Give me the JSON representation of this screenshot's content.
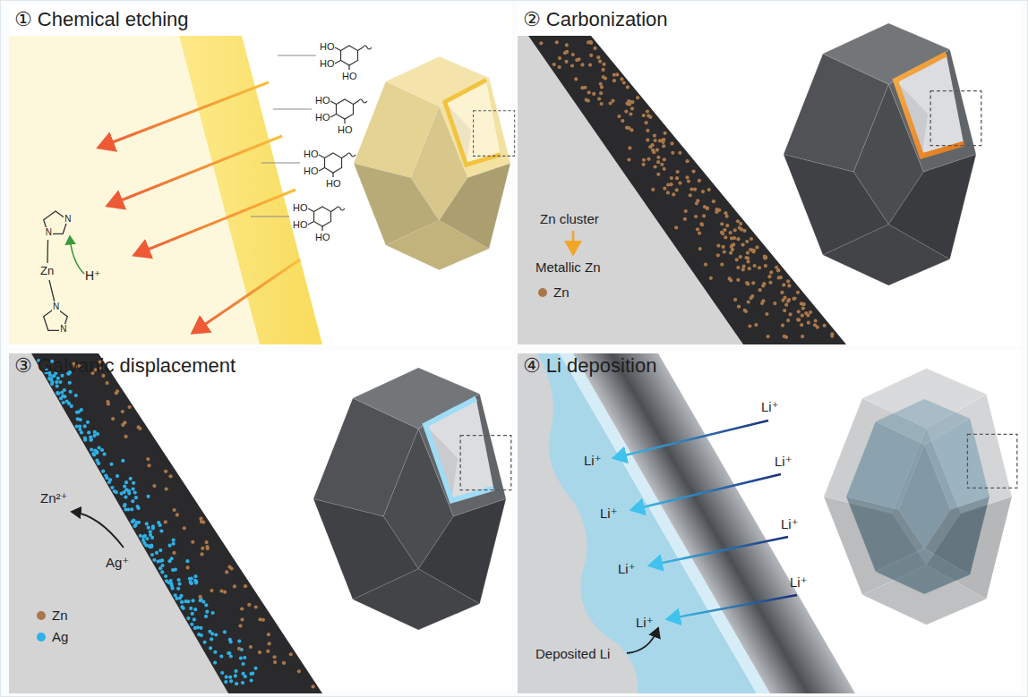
{
  "diagram": {
    "nodes": [
      {
        "text": [
          "① Chemical etching"
        ]
      },
      {
        "text": [
          "② Carbonization"
        ]
      },
      {
        "text": [
          "③ Galvanic displacement"
        ]
      },
      {
        "text": [
          "④ Li deposition"
        ]
      }
    ],
    "labels": [
      "HO",
      "HO",
      "HO",
      "HO",
      "HO",
      "HO",
      "HO",
      "HO",
      "HO",
      "HO",
      "HO",
      "HO",
      "N",
      "N",
      "N",
      "N",
      "Zn",
      "H⁺",
      "Zn cluster",
      "Metallic Zn",
      "Zn²⁺",
      "Ag⁺",
      "Li⁺",
      "Li⁺",
      "Li⁺",
      "Li⁺",
      "Li⁺",
      "Li⁺",
      "Li⁺",
      "Li⁺",
      "Deposited Li"
    ],
    "legend": [
      {
        "text": "Zn",
        "color": "#a9774a"
      },
      {
        "text": "Zn",
        "color": "#a9774a"
      },
      {
        "text": "Ag",
        "color": "#2fb0e6"
      }
    ]
  }
}
